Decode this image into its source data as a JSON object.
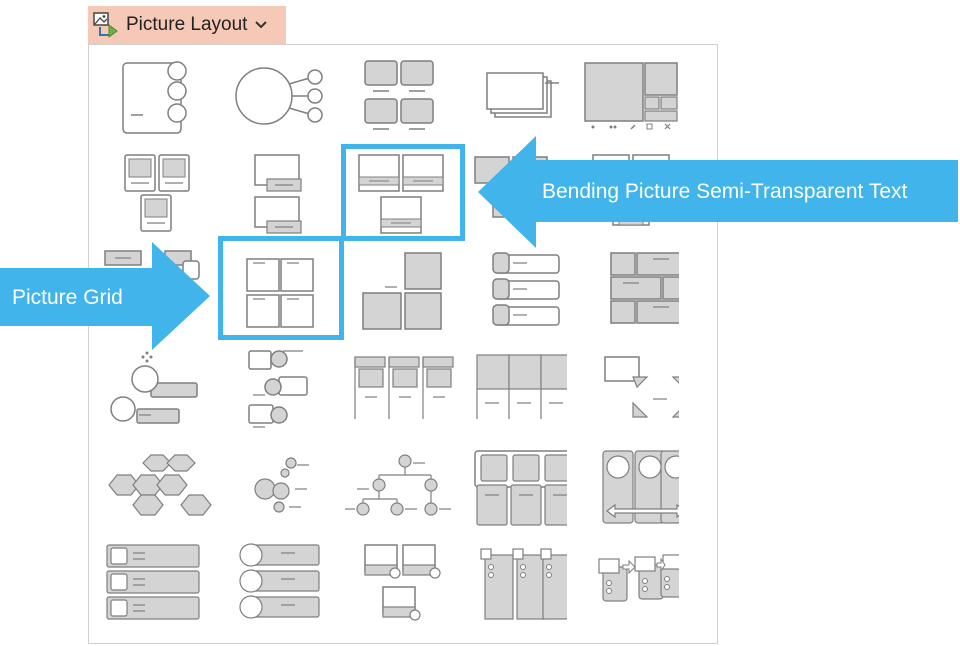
{
  "ribbon_button": {
    "label": "Picture Layout",
    "icon": "picture-layout-icon",
    "dropdown_icon": "chevron-down-icon"
  },
  "gallery": {
    "rows": 6,
    "columns": 5,
    "highlighted_items": [
      "bending-picture-semi-transparent-text",
      "picture-grid"
    ]
  },
  "callouts": {
    "right": {
      "text": "Bending Picture Semi-Transparent Text"
    },
    "left": {
      "text": "Picture Grid"
    }
  },
  "colors": {
    "accent": "#41b4ec",
    "ribbon_button_bg": "#f6c8b6",
    "thumb_fill": "#d4d4d4",
    "thumb_stroke": "#7f7f7f"
  }
}
